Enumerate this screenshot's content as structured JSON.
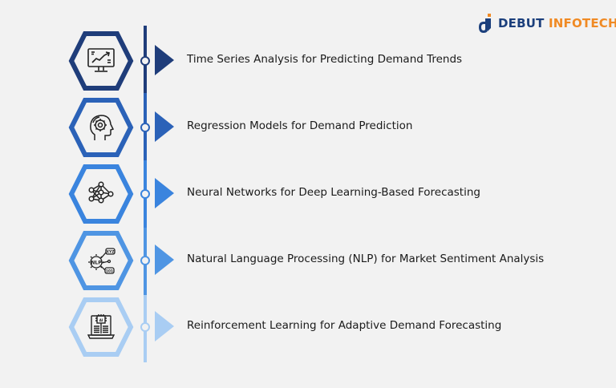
{
  "brand": {
    "name_part1": "DEBUT",
    "name_part2": " INFOTECH",
    "color_primary": "#1b3f7c",
    "color_accent": "#f08a24"
  },
  "timeline": {
    "items": [
      {
        "label": "Time Series Analysis for Predicting Demand Trends",
        "icon": "monitor-trend-chart-icon",
        "color": "#1f3d7a"
      },
      {
        "label": "Regression Models for Demand Prediction",
        "icon": "head-gear-icon",
        "color": "#2b62b8"
      },
      {
        "label": "Neural Networks for Deep Learning-Based Forecasting",
        "icon": "neural-network-icon",
        "color": "#3a84de"
      },
      {
        "label": "Natural Language Processing (NLP) for Market Sentiment Analysis",
        "icon": "nlp-gear-icon",
        "color": "#4f95e3"
      },
      {
        "label": "Reinforcement Learning for Adaptive Demand Forecasting",
        "icon": "laptop-chip-book-icon",
        "color": "#a9cdf3"
      }
    ]
  }
}
